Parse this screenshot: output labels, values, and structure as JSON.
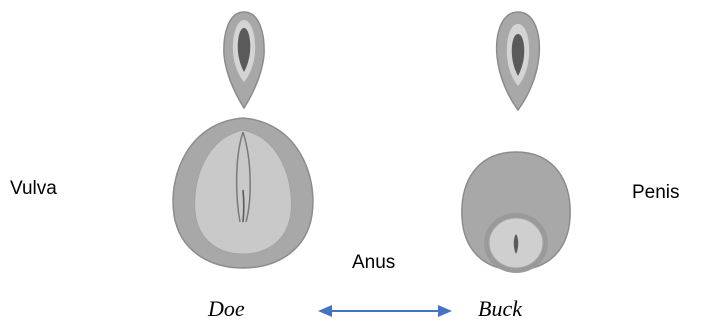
{
  "labels": {
    "vulva": "Vulva",
    "penis": "Penis",
    "anus": "Anus",
    "doe": "Doe",
    "buck": "Buck"
  },
  "colors": {
    "outer": "#a8a8a8",
    "outer_stroke": "#8c8c8c",
    "inner": "#c9c9c9",
    "inner_stroke": "#a3a3a3",
    "slit": "#5a5a5a",
    "line": "#7a7a7a",
    "arrow": "#4472c4"
  }
}
